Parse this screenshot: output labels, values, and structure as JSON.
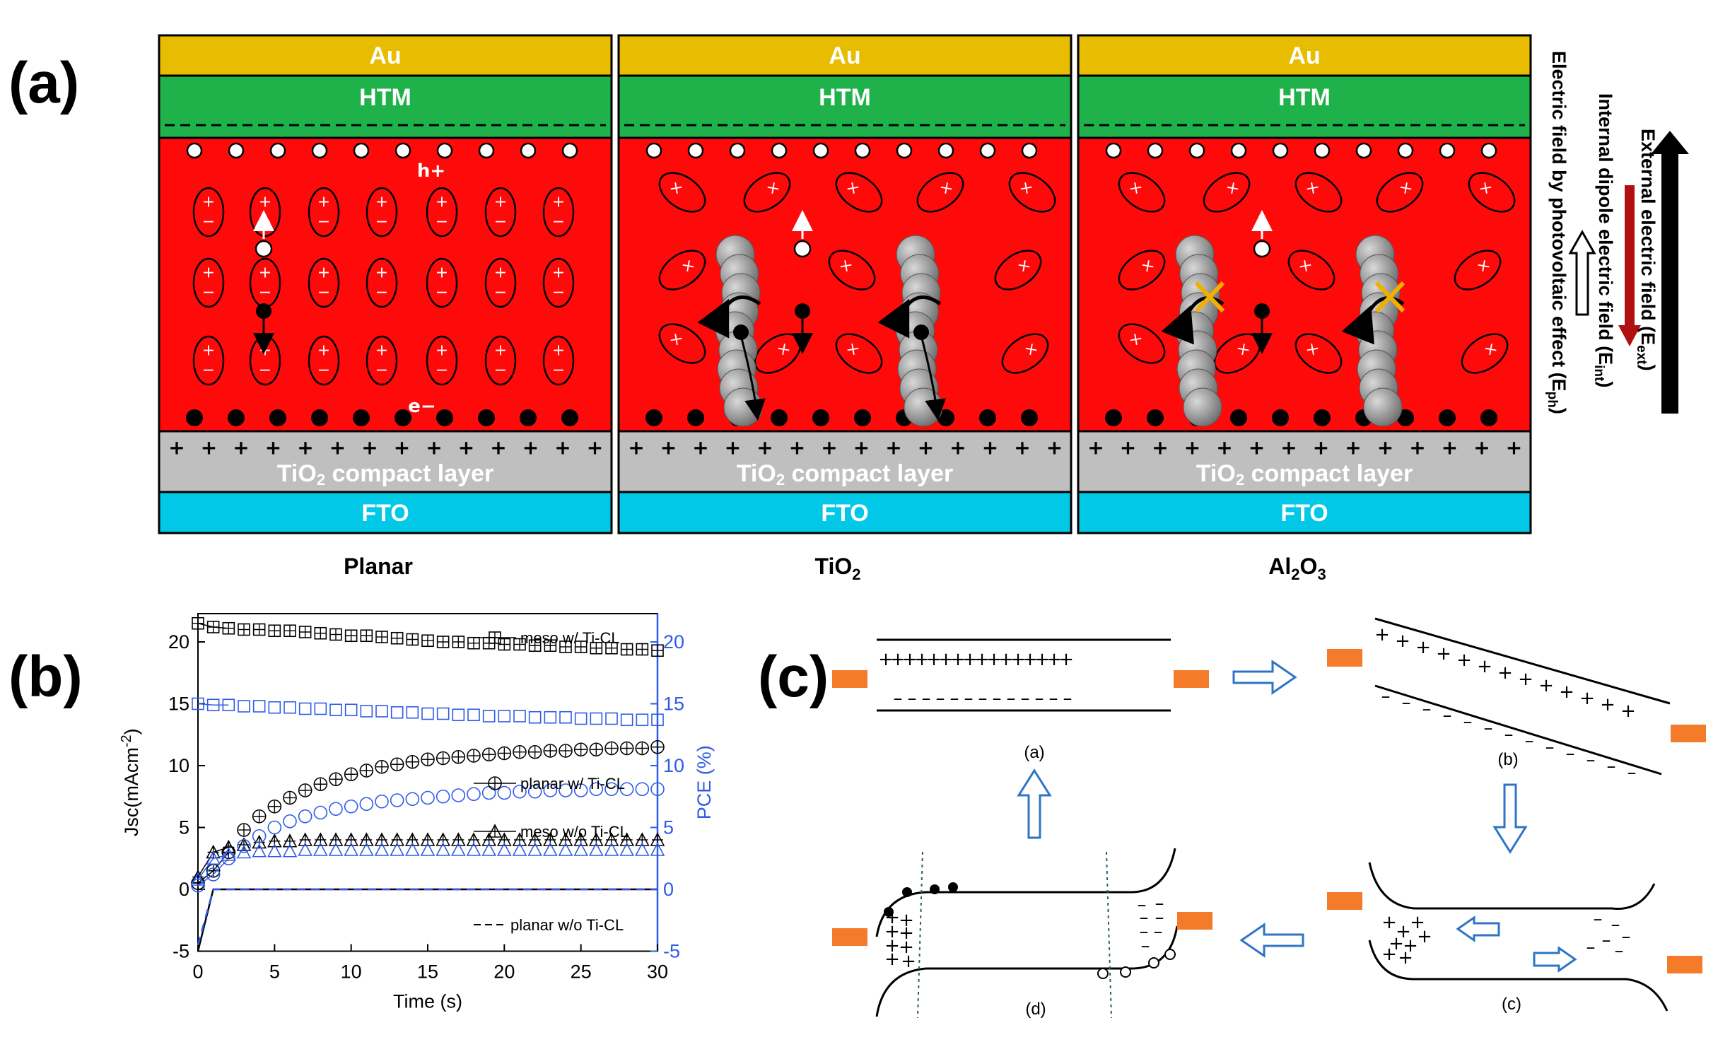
{
  "panel_a": {
    "label": "(a)",
    "layers": {
      "au": "Au",
      "htm": "HTM",
      "tio2_compact": "TiO",
      "tio2_compact_sub": "2",
      "tio2_compact_rest": " compact layer",
      "fto": "FTO"
    },
    "carriers": {
      "hole": "h",
      "hole_sup": "+",
      "electron": "e",
      "electron_sup": "−"
    },
    "captions": {
      "planar": "Planar",
      "tio2": "TiO",
      "tio2_sub": "2",
      "al2o3_a": "Al",
      "al2o3_sub1": "2",
      "al2o3_b": "O",
      "al2o3_sub2": "3"
    },
    "field_labels": {
      "external": "External electric field (E",
      "external_sub": "ext",
      "internal": "Internal dipole electric field (E",
      "internal_sub": "int",
      "photovoltaic": "Electric field by photovoltaic effect (E",
      "photovoltaic_sub": "ph",
      "close": ")"
    },
    "colors": {
      "au": "#E8BC00",
      "htm": "#1FB24A",
      "perovskite": "#FF0A0A",
      "compact": "#BFBFBF",
      "fto": "#00C8E6",
      "internal_arrow": "#B01010",
      "blocked": "#F0B000"
    }
  },
  "panel_b": {
    "label": "(b)"
  },
  "panel_c": {
    "label": "(c)",
    "sublabels": [
      "(a)",
      "(b)",
      "(c)",
      "(d)"
    ],
    "colors": {
      "arrow": "#2E75C5",
      "electrode": "#F47B2A"
    }
  },
  "chart_data": {
    "type": "scatter",
    "xlabel": "Time (s)",
    "ylabel_left": "Jsc(mAcm",
    "ylabel_left_sup": "-2",
    "ylabel_left_close": ")",
    "ylabel_right": "PCE (%)",
    "xlim": [
      0,
      30
    ],
    "ylim": [
      -5,
      22
    ],
    "xticks": [
      0,
      5,
      10,
      15,
      20,
      25,
      30
    ],
    "yticks": [
      -5,
      0,
      5,
      10,
      15,
      20
    ],
    "colors": {
      "jsc": "#000000",
      "pce": "#2F5BE8"
    },
    "x": [
      0,
      1,
      2,
      3,
      4,
      5,
      6,
      7,
      8,
      9,
      10,
      11,
      12,
      13,
      14,
      15,
      16,
      17,
      18,
      19,
      20,
      21,
      22,
      23,
      24,
      25,
      26,
      27,
      28,
      29,
      30
    ],
    "series": [
      {
        "name": "meso w/ Ti-CL",
        "marker": "square-plus",
        "axis": "jsc",
        "values": [
          21.5,
          21.2,
          21.1,
          21.0,
          21.0,
          20.9,
          20.9,
          20.8,
          20.7,
          20.6,
          20.5,
          20.5,
          20.4,
          20.3,
          20.2,
          20.1,
          20.0,
          20.0,
          19.9,
          19.9,
          19.8,
          19.8,
          19.7,
          19.7,
          19.6,
          19.6,
          19.5,
          19.5,
          19.4,
          19.4,
          19.3
        ]
      },
      {
        "name": "planar w/ Ti-CL",
        "marker": "circle-plus",
        "axis": "jsc",
        "values": [
          0.5,
          1.5,
          3.0,
          4.8,
          5.9,
          6.7,
          7.4,
          8.0,
          8.5,
          8.9,
          9.3,
          9.6,
          9.9,
          10.1,
          10.3,
          10.5,
          10.6,
          10.7,
          10.8,
          10.9,
          11.0,
          11.1,
          11.1,
          11.2,
          11.2,
          11.3,
          11.3,
          11.4,
          11.4,
          11.4,
          11.5
        ]
      },
      {
        "name": "meso w/o Ti-CL",
        "marker": "triangle-plus",
        "axis": "jsc",
        "values": [
          1.0,
          3.0,
          3.4,
          3.6,
          3.8,
          3.9,
          3.9,
          4.0,
          4.0,
          4.0,
          4.0,
          4.0,
          4.0,
          4.0,
          4.0,
          4.0,
          4.0,
          4.0,
          4.0,
          4.0,
          4.0,
          4.0,
          4.0,
          4.0,
          4.0,
          4.0,
          4.0,
          4.0,
          4.0,
          4.0,
          4.0
        ]
      },
      {
        "name": "planar w/o Ti-CL",
        "marker": "dash",
        "axis": "jsc",
        "values": [
          -5.0,
          0,
          0,
          0,
          0,
          0,
          0,
          0,
          0,
          0,
          0,
          0,
          0,
          0,
          0,
          0,
          0,
          0,
          0,
          0,
          0,
          0,
          0,
          0,
          0,
          0,
          0,
          0,
          0,
          0,
          0
        ]
      },
      {
        "name": "",
        "marker": "square",
        "axis": "pce",
        "values": [
          15.0,
          14.9,
          14.9,
          14.8,
          14.8,
          14.7,
          14.7,
          14.6,
          14.6,
          14.5,
          14.5,
          14.4,
          14.4,
          14.3,
          14.3,
          14.2,
          14.2,
          14.1,
          14.1,
          14.0,
          14.0,
          14.0,
          13.9,
          13.9,
          13.9,
          13.8,
          13.8,
          13.8,
          13.7,
          13.7,
          13.7
        ]
      },
      {
        "name": "",
        "marker": "circle",
        "axis": "pce",
        "values": [
          0.3,
          1.2,
          2.5,
          3.5,
          4.3,
          5.0,
          5.5,
          5.9,
          6.2,
          6.5,
          6.7,
          6.9,
          7.1,
          7.2,
          7.3,
          7.4,
          7.5,
          7.6,
          7.7,
          7.8,
          7.8,
          7.9,
          7.9,
          8.0,
          8.0,
          8.0,
          8.1,
          8.1,
          8.1,
          8.1,
          8.1
        ]
      },
      {
        "name": "",
        "marker": "triangle",
        "axis": "pce",
        "values": [
          0.8,
          2.5,
          2.8,
          3.0,
          3.1,
          3.1,
          3.1,
          3.2,
          3.2,
          3.2,
          3.2,
          3.2,
          3.2,
          3.2,
          3.2,
          3.2,
          3.2,
          3.2,
          3.2,
          3.2,
          3.2,
          3.2,
          3.2,
          3.2,
          3.2,
          3.2,
          3.2,
          3.2,
          3.2,
          3.2,
          3.2
        ]
      },
      {
        "name": "",
        "marker": "dash",
        "axis": "pce",
        "values": [
          -4.5,
          0,
          0,
          0,
          0,
          0,
          0,
          0,
          0,
          0,
          0,
          0,
          0,
          0,
          0,
          0,
          0,
          0,
          0,
          0,
          0,
          0,
          0,
          0,
          0,
          0,
          0,
          0,
          0,
          0,
          0
        ]
      }
    ]
  }
}
